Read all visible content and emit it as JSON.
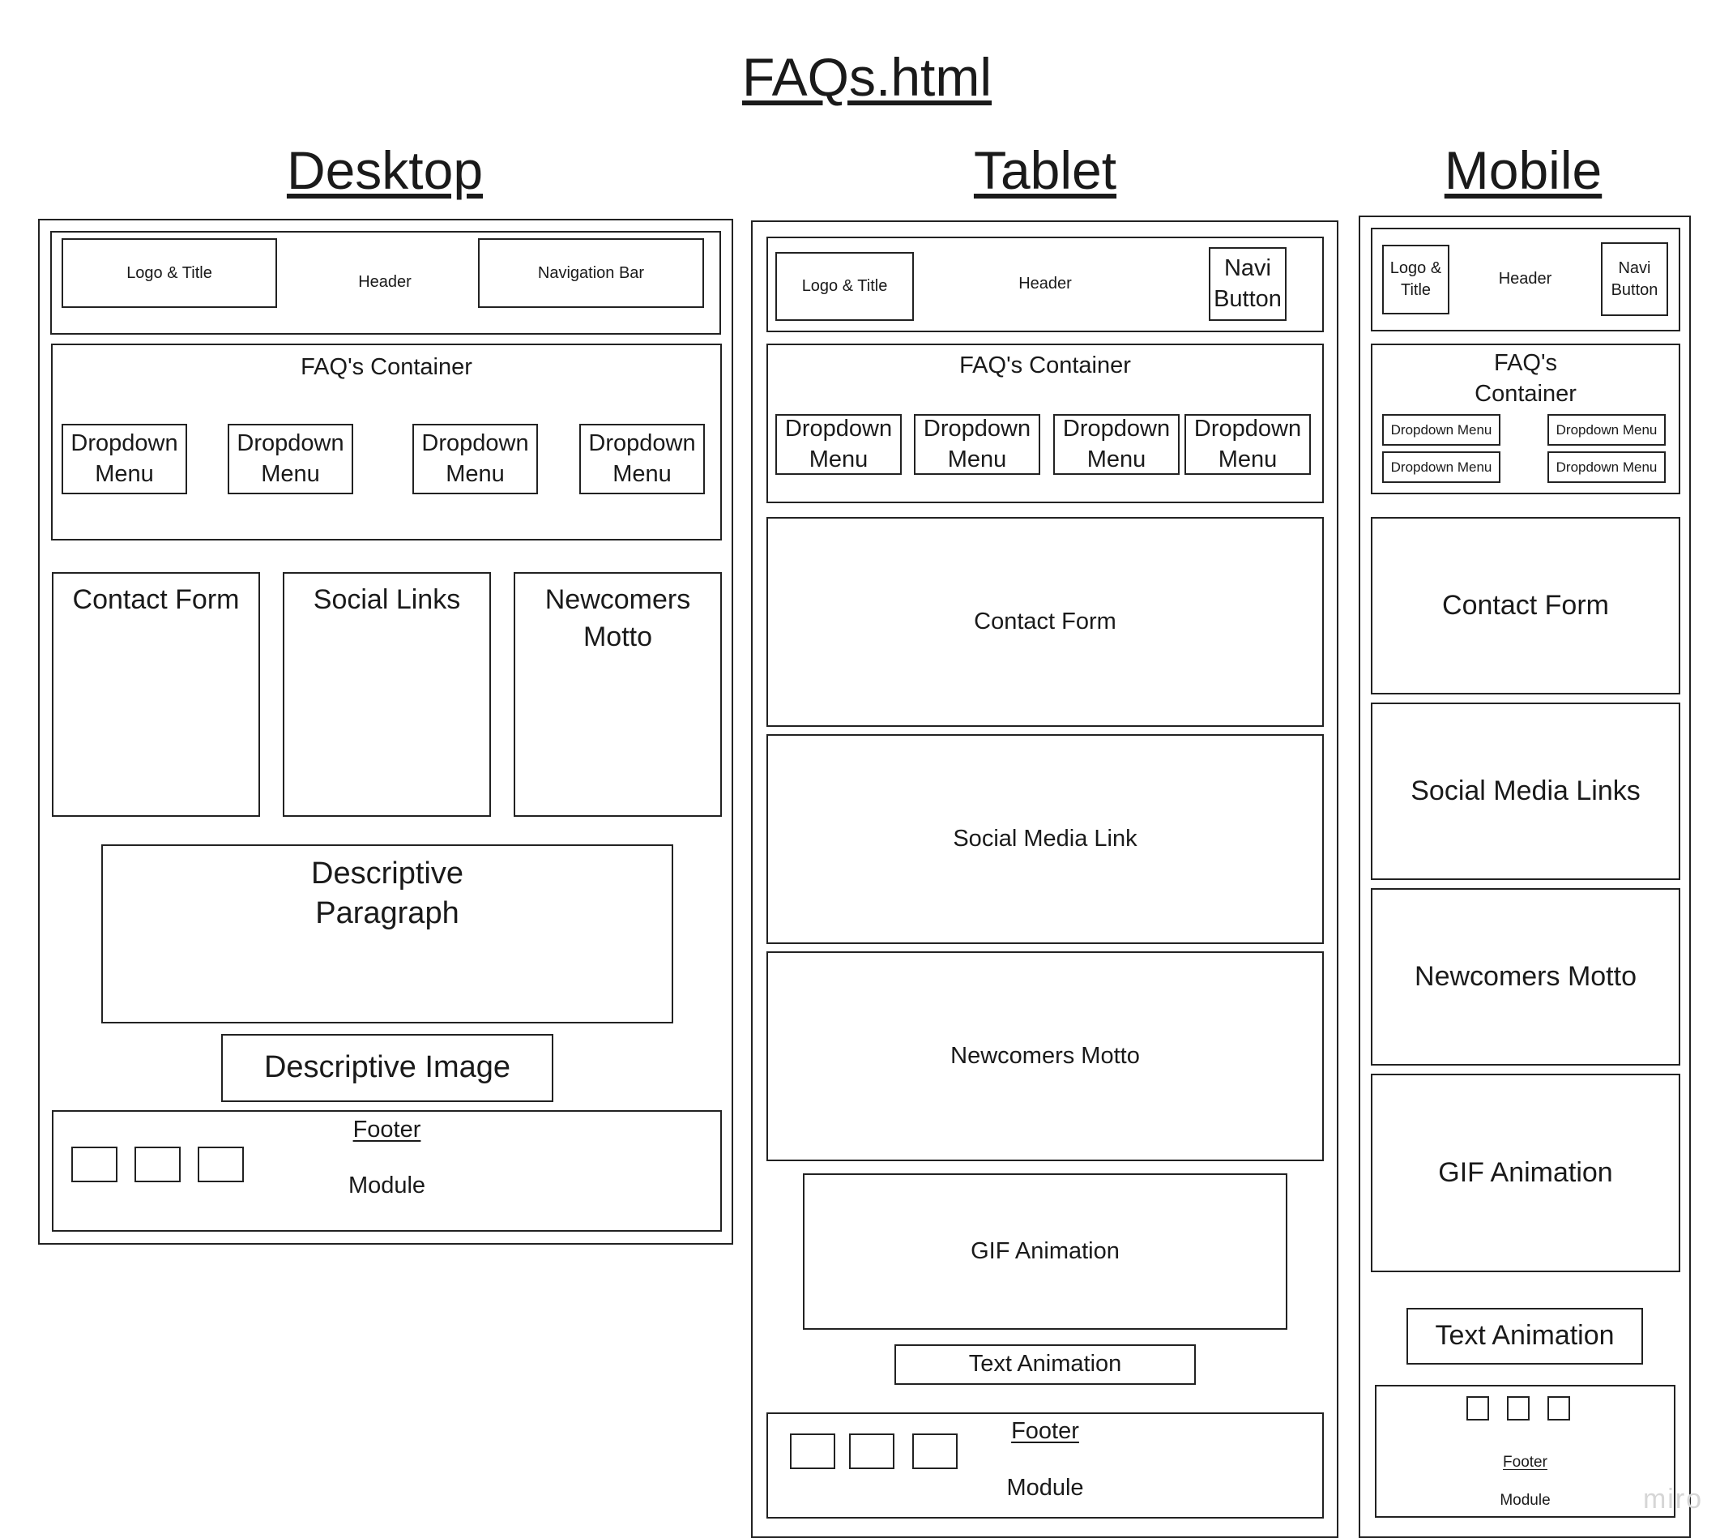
{
  "page_title": "FAQs.html",
  "watermark": "miro",
  "desktop": {
    "label": "Desktop",
    "header": {
      "logo": "Logo & Title",
      "label": "Header",
      "nav": "Navigation Bar"
    },
    "faq": {
      "label": "FAQ's Container",
      "dropdowns": [
        "Dropdown\nMenu",
        "Dropdown\nMenu",
        "Dropdown\nMenu",
        "Dropdown\nMenu"
      ]
    },
    "contact": "Contact Form",
    "social": "Social Links",
    "motto": "Newcomers\nMotto",
    "paragraph": "Descriptive\nParagraph",
    "image": "Descriptive Image",
    "footer": {
      "label": "Footer",
      "module": "Module"
    }
  },
  "tablet": {
    "label": "Tablet",
    "header": {
      "logo": "Logo & Title",
      "label": "Header",
      "nav": "Navi\nButton"
    },
    "faq": {
      "label": "FAQ's Container",
      "dropdowns": [
        "Dropdown\nMenu",
        "Dropdown\nMenu",
        "Dropdown\nMenu",
        "Dropdown\nMenu"
      ]
    },
    "contact": "Contact Form",
    "social": "Social Media Link",
    "motto": "Newcomers Motto",
    "gif": "GIF Animation",
    "text_anim": "Text Animation",
    "footer": {
      "label": "Footer",
      "module": "Module"
    }
  },
  "mobile": {
    "label": "Mobile",
    "header": {
      "logo": "Logo &\nTitle",
      "label": "Header",
      "nav": "Navi\nButton"
    },
    "faq": {
      "label": "FAQ's\nContainer",
      "dropdowns": [
        "Dropdown Menu",
        "Dropdown Menu",
        "Dropdown Menu",
        "Dropdown Menu"
      ]
    },
    "contact": "Contact Form",
    "social": "Social Media Links",
    "motto": "Newcomers Motto",
    "gif": "GIF Animation",
    "text_anim": "Text Animation",
    "footer": {
      "label": "Footer",
      "module": "Module"
    }
  }
}
